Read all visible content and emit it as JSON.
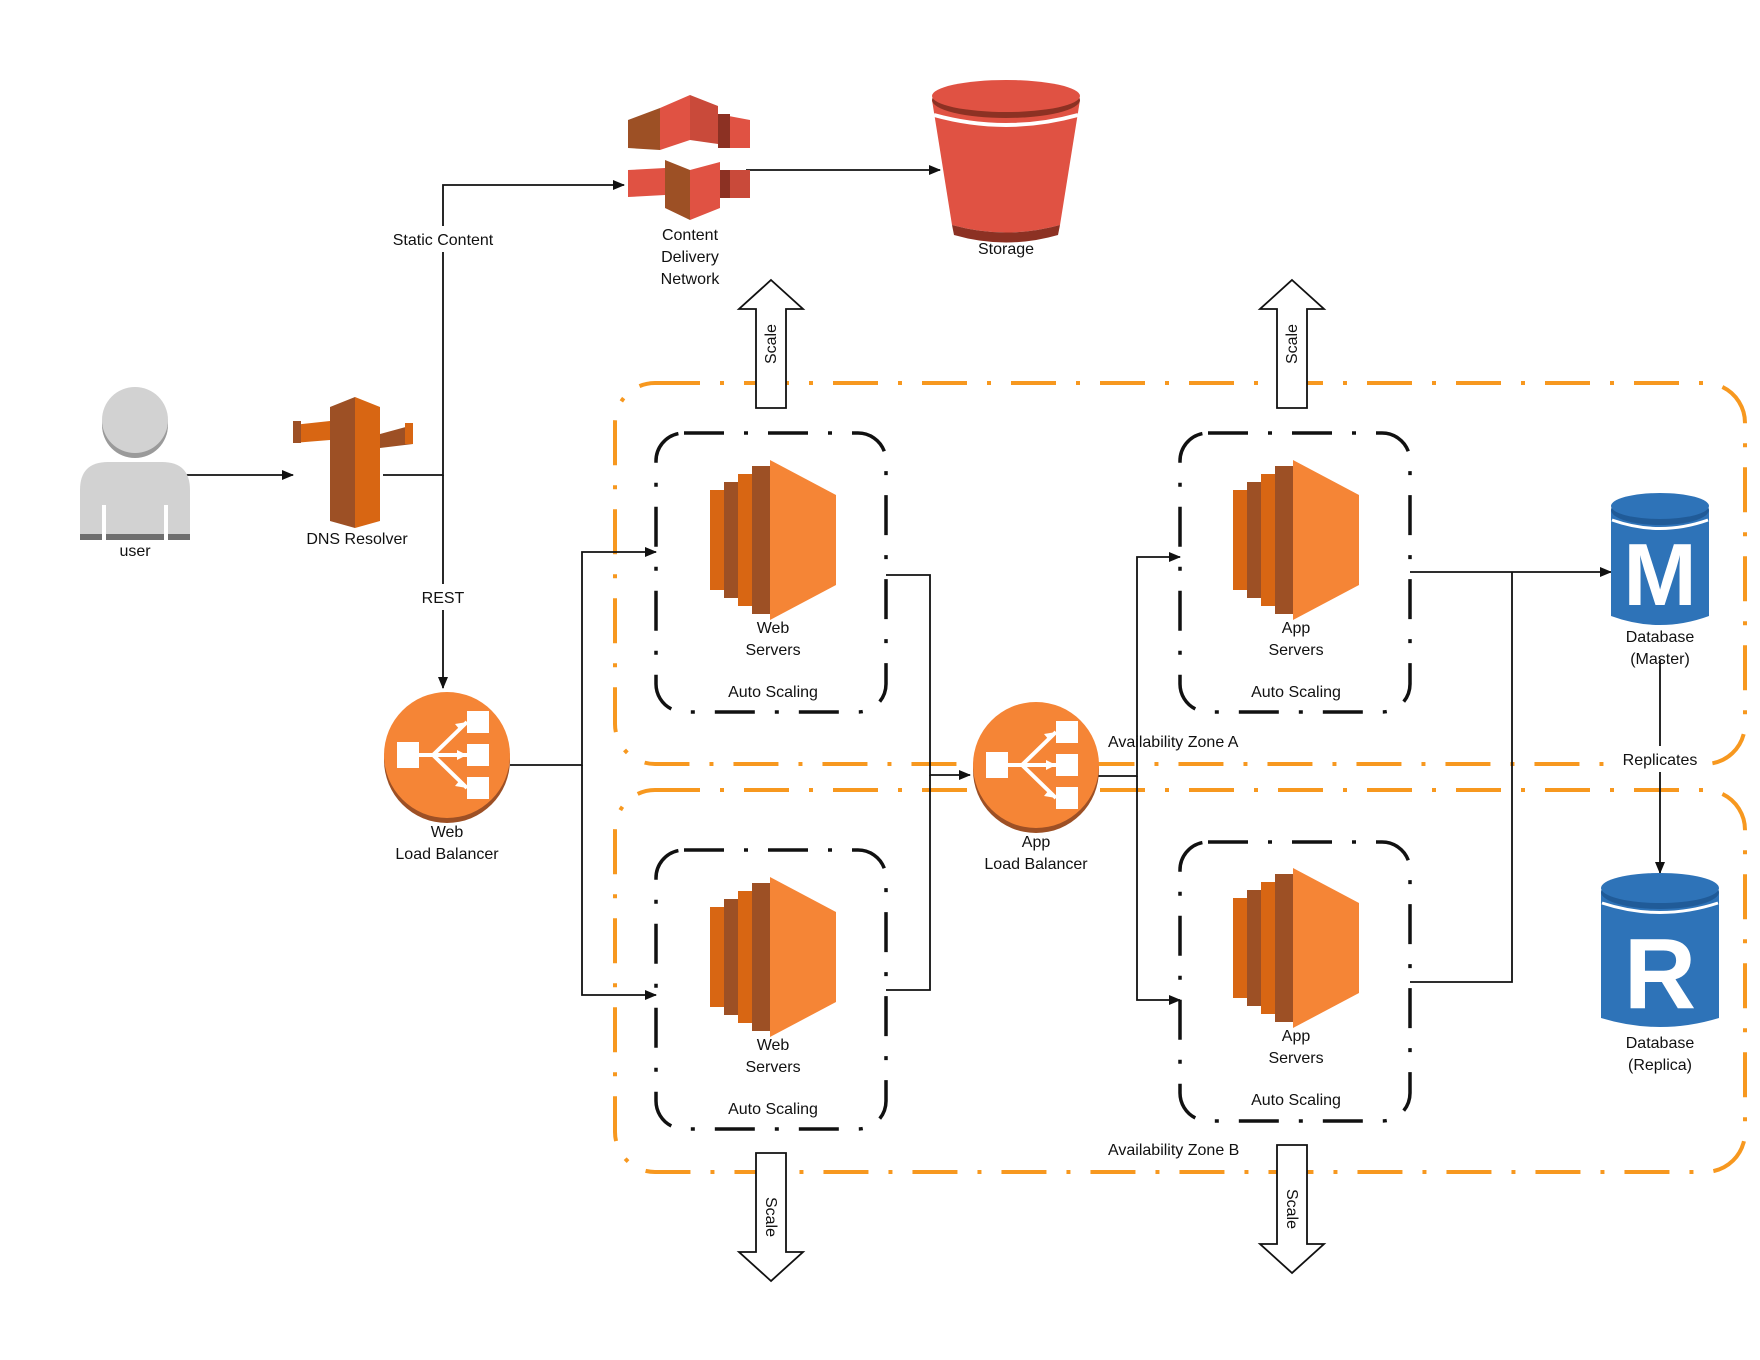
{
  "colors": {
    "aws_orange": "#F58536",
    "aws_orange_dark": "#9D5025",
    "aws_orange_mid": "#D86613",
    "storage_red": "#E05243",
    "storage_red_dark": "#8C3123",
    "db_blue": "#2E73B8",
    "db_blue_dark": "#205B98",
    "zone_border": "#F7981F",
    "user_gray": "#D2D2D2",
    "line": "#111111"
  },
  "nodes": {
    "user": {
      "label": "user",
      "icon": "user-icon"
    },
    "dns": {
      "label": "DNS Resolver",
      "icon": "route53-icon"
    },
    "cdn": {
      "label_lines": [
        "Content",
        "Delivery",
        "Network"
      ],
      "icon": "cloudfront-icon"
    },
    "storage": {
      "label": "Storage",
      "icon": "s3-bucket-icon"
    },
    "web_lb": {
      "label_lines": [
        "Web",
        "Load Balancer"
      ],
      "icon": "load-balancer-icon"
    },
    "app_lb": {
      "label_lines": [
        "App",
        "Load Balancer"
      ],
      "icon": "load-balancer-icon"
    },
    "web_servers_a": {
      "label_lines": [
        "Web",
        "Servers"
      ],
      "group": "Auto Scaling",
      "icon": "ec2-icon"
    },
    "web_servers_b": {
      "label_lines": [
        "Web",
        "Servers"
      ],
      "group": "Auto Scaling",
      "icon": "ec2-icon"
    },
    "app_servers_a": {
      "label_lines": [
        "App",
        "Servers"
      ],
      "group": "Auto Scaling",
      "icon": "ec2-icon"
    },
    "app_servers_b": {
      "label_lines": [
        "App",
        "Servers"
      ],
      "group": "Auto Scaling",
      "icon": "ec2-icon"
    },
    "db_master": {
      "label_lines": [
        "Database",
        "(Master)"
      ],
      "letter": "M",
      "icon": "database-icon"
    },
    "db_replica": {
      "label_lines": [
        "Database",
        "(Replica)"
      ],
      "letter": "R",
      "icon": "database-icon"
    }
  },
  "zones": {
    "a": {
      "label": "Availability Zone A"
    },
    "b": {
      "label": "Availability Zone B"
    }
  },
  "edge_labels": {
    "static_content": "Static Content",
    "rest": "REST",
    "replicates": "Replicates"
  },
  "scale_arrows": {
    "label": "Scale"
  }
}
